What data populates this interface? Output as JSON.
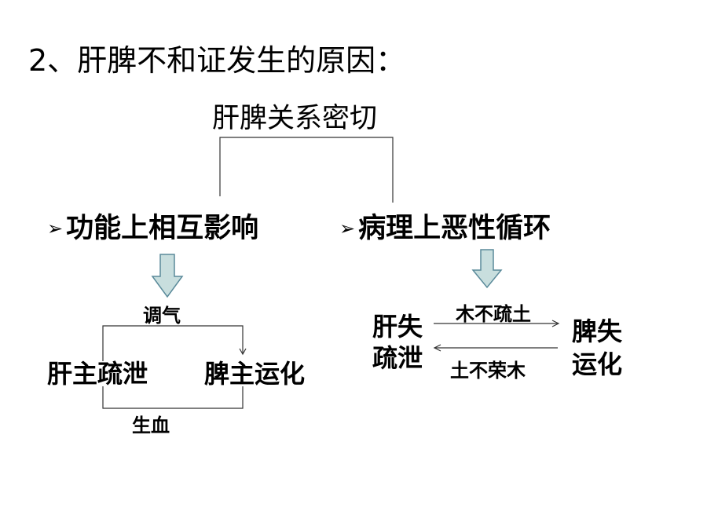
{
  "title": "2、肝脾不和证发生的原因：",
  "top_node": "肝脾关系密切",
  "left_branch": {
    "bullet_symbol": "➢",
    "label": "功能上相互影响",
    "top_label": "调气",
    "left_node": "肝主疏泄",
    "right_node": "脾主运化",
    "bottom_label": "生血"
  },
  "right_branch": {
    "bullet_symbol": "➢",
    "label": "病理上恶性循环",
    "left_node_line1": "肝失",
    "left_node_line2": "疏泄",
    "right_node_line1": "脾失",
    "right_node_line2": "运化",
    "top_arrow_label": "木不疏土",
    "bottom_arrow_label": "土不荣木"
  },
  "colors": {
    "arrow_fill": "#c8dede",
    "arrow_stroke": "#5a8a9a",
    "line": "#333333"
  }
}
